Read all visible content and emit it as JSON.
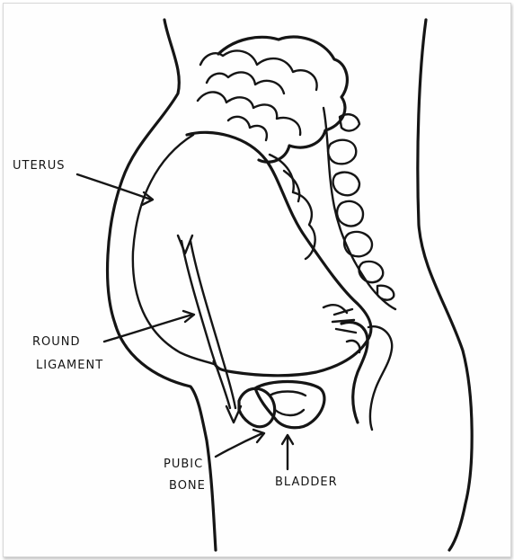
{
  "labels": {
    "uterus": "UTERUS",
    "round_1": "ROUND",
    "round_2": "LIGAMENT",
    "pubic_1": "PUBIC",
    "pubic_2": "BONE",
    "bladder": "BLADDER"
  },
  "colors": {
    "ink": "#151515",
    "paper": "#fefefe"
  }
}
